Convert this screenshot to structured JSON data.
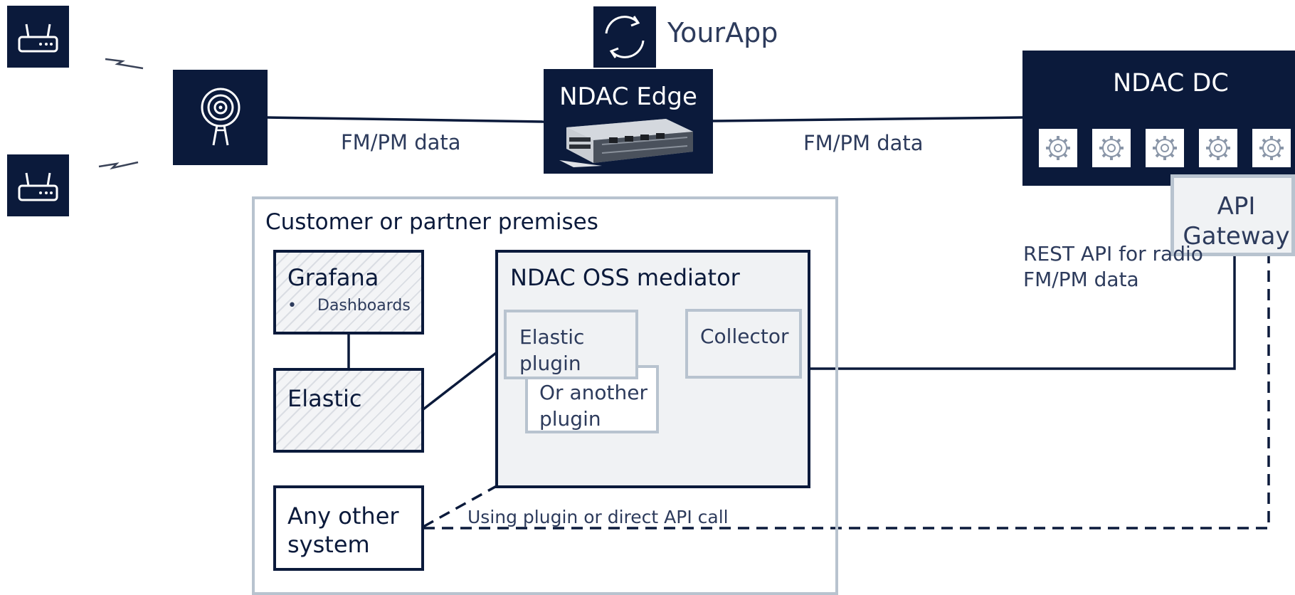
{
  "yourapp": {
    "label": "YourApp",
    "icon": "refresh-icon"
  },
  "ndac_edge": {
    "label": "NDAC Edge",
    "image": "server-chassis"
  },
  "ndac_dc": {
    "label": "NDAC DC",
    "gear_icons": [
      "gear-icon",
      "gear-icon",
      "gear-icon",
      "gear-icon",
      "gear-icon"
    ]
  },
  "api_gateway": {
    "line1": "API",
    "line2": "Gateway"
  },
  "links": {
    "left_fmpm": "FM/PM data",
    "right_fmpm": "FM/PM data",
    "rest_api_line1": "REST API for radio",
    "rest_api_line2": "FM/PM data",
    "plugin_or_api": "Using plugin or direct API call"
  },
  "premises": {
    "title": "Customer or partner premises",
    "grafana": {
      "label": "Grafana",
      "bullet": "Dashboards"
    },
    "elastic": {
      "label": "Elastic"
    },
    "any_other": {
      "line1": "Any other",
      "line2": "system"
    },
    "mediator": {
      "title": "NDAC OSS mediator",
      "elastic_plugin": {
        "line1": "Elastic",
        "line2": "plugin"
      },
      "another_plugin": {
        "line1": "Or another",
        "line2": "plugin"
      },
      "collector": "Collector"
    }
  },
  "devices": {
    "router_icon": "router-icon",
    "antenna_icon": "antenna-tower-icon"
  },
  "colors": {
    "navy": "#0b1a3b",
    "box_border": "#b8c3cf",
    "panel_fill": "#f0f2f4",
    "line": "#0b1a3b"
  }
}
